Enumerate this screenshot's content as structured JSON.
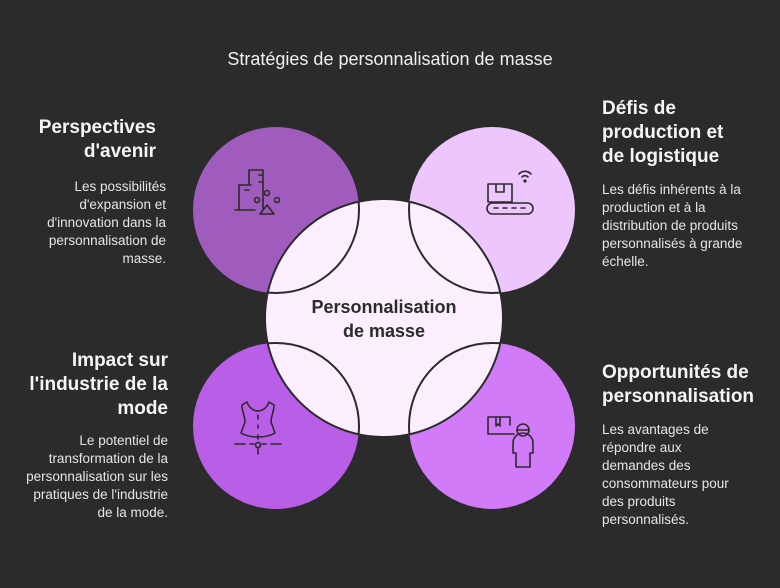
{
  "title": "Stratégies de personnalisation de masse",
  "center": {
    "line1": "Personnalisation",
    "line2": "de masse",
    "color": "#fbeffd"
  },
  "items": [
    {
      "heading": "Perspectives d'avenir",
      "description": "Les possibilités d'expansion et d'innovation dans la personnalisation de masse.",
      "icon": "factory-shapes-icon",
      "color": "#a05cbd"
    },
    {
      "heading": "Défis de production et de logistique",
      "description": "Les défis inhérents à la production et à la distribution de produits personnalisés à grande échelle.",
      "icon": "conveyor-box-wifi-icon",
      "color": "#ecc6fc"
    },
    {
      "heading": "Impact sur l'industrie de la mode",
      "description": "Le potentiel de transformation de la personnalisation sur les pratiques de l'industrie de la mode.",
      "icon": "dress-pattern-icon",
      "color": "#b95ee6"
    },
    {
      "heading": "Opportunités de personnalisation",
      "description": "Les avantages de répondre aux demandes des consommateurs pour des produits personnalisés.",
      "icon": "box-consumer-icon",
      "color": "#d27bf8"
    }
  ]
}
